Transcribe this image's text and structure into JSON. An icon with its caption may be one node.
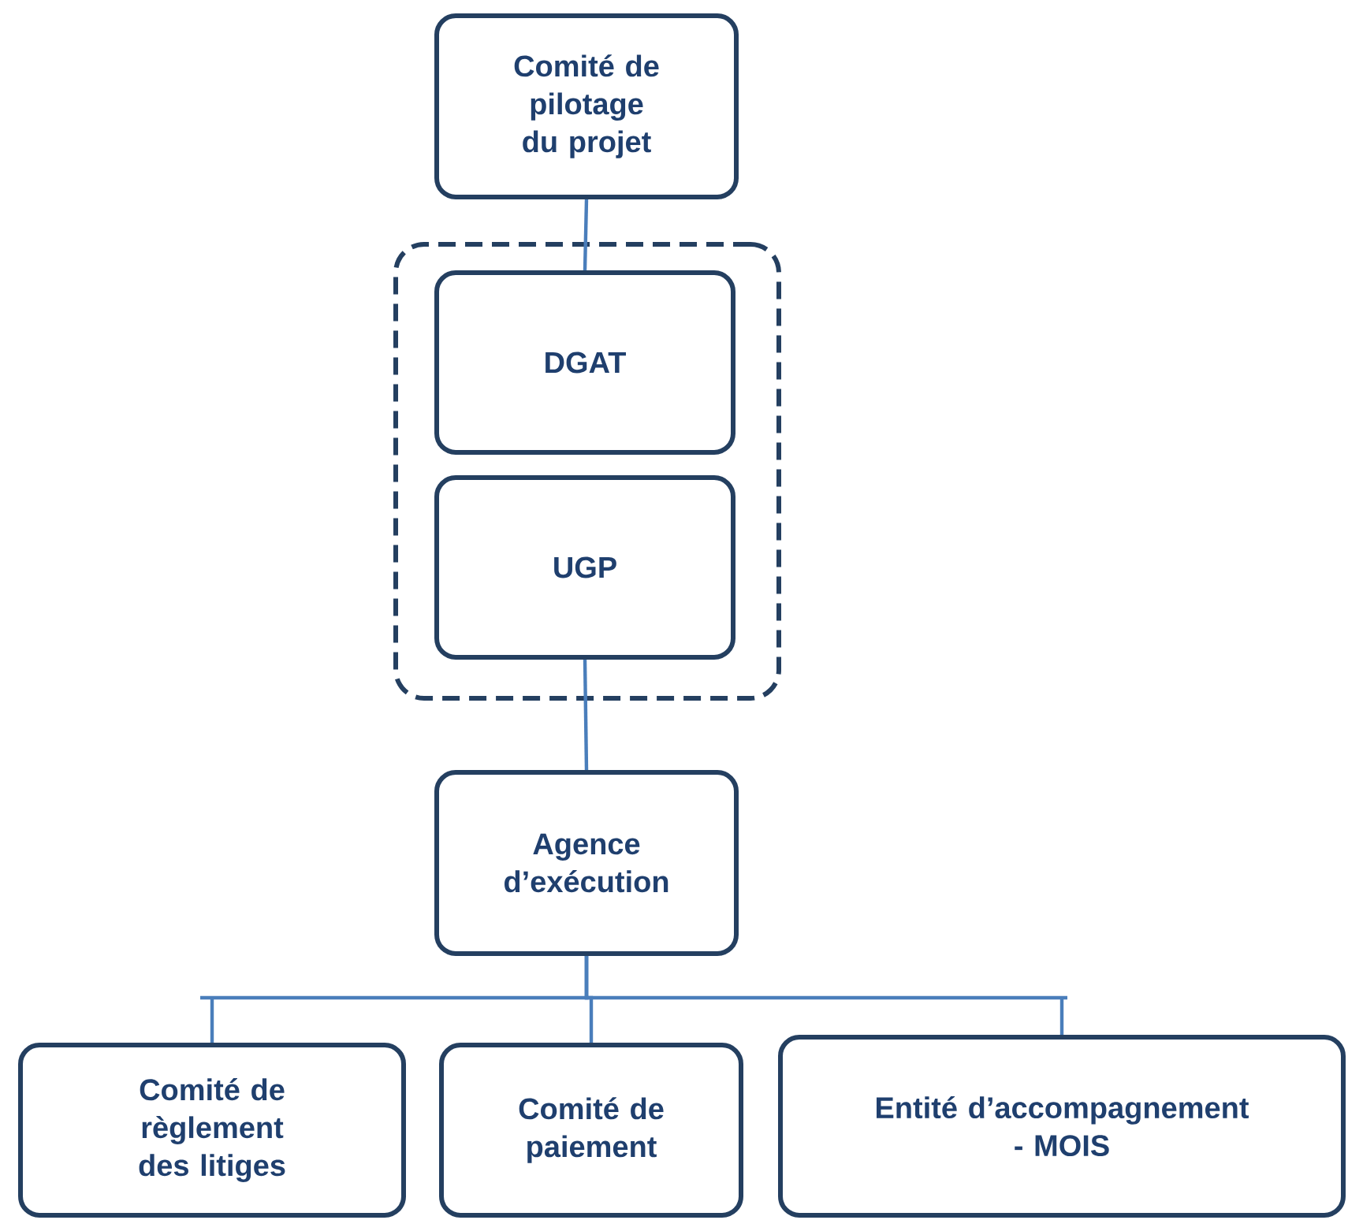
{
  "diagram": {
    "nodes": [
      {
        "text": [
          "Comité de pilotage du projet"
        ]
      },
      {
        "text": [],
        "shape": "box"
      },
      {
        "text": [
          "DGAT"
        ],
        "in": 1
      },
      {
        "text": [
          "UGP"
        ],
        "in": 1
      },
      {
        "text": [
          "Agence d’exécution"
        ]
      },
      {
        "text": [
          "Comité de règlement des litiges"
        ]
      },
      {
        "text": [
          "Comité de paiement"
        ]
      },
      {
        "text": [
          "Entité d’accompagnement - MOIS"
        ]
      }
    ],
    "edges": [
      {
        "from": 0,
        "to": 2,
        "arrow": "none"
      },
      {
        "from": 3,
        "to": 4,
        "arrow": "none"
      },
      {
        "from": 4,
        "to": 5,
        "arrow": "none"
      },
      {
        "from": 4,
        "to": 6,
        "arrow": "none"
      },
      {
        "from": 4,
        "to": 7,
        "arrow": "none"
      }
    ]
  }
}
